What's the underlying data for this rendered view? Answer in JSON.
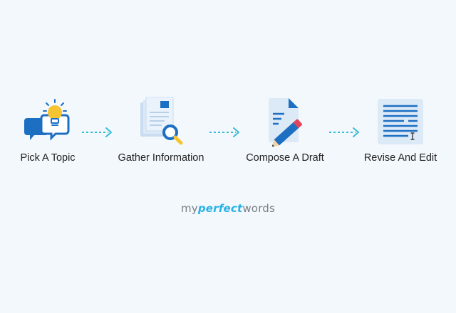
{
  "steps": [
    {
      "label": "Pick A Topic",
      "icon": "chat-bubbles-lightbulb-icon"
    },
    {
      "label": "Gather Information",
      "icon": "documents-magnifier-icon"
    },
    {
      "label": "Compose A Draft",
      "icon": "document-pencil-icon"
    },
    {
      "label": "Revise And Edit",
      "icon": "text-lines-cursor-icon"
    }
  ],
  "brand": {
    "prefix": "my",
    "accent": "perfect",
    "suffix": "words"
  },
  "colors": {
    "background": "#f3f8fd",
    "arrow": "#37bcd6",
    "icon_blue": "#1d6fc2",
    "icon_light": "#dce9f7",
    "bulb": "#f7c431",
    "pencil_red": "#e2445c",
    "brand_accent": "#29b2e6"
  }
}
